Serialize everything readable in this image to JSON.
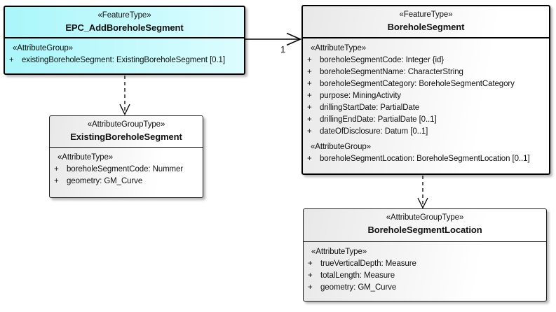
{
  "diagram": {
    "type": "uml-class-diagram",
    "background": "#ffffff"
  },
  "colors": {
    "cyan_left": "#a9f6fa",
    "cyan_right": "#ddfdff",
    "gray_left": "#e8e8e8",
    "gray_right": "#ffffff",
    "border": "#000000",
    "text": "#111111"
  },
  "boxes": [
    {
      "stereotype": "«FeatureType»",
      "name": "EPC_AddBoreholeSegment",
      "sections": [
        {
          "label": "«AttributeGroup»",
          "rows": [
            {
              "vis": "+",
              "text": "existingBoreholeSegment: ExistingBoreholeSegment [0.1]"
            }
          ]
        }
      ]
    },
    {
      "stereotype": "«FeatureType»",
      "name": "BoreholeSegment",
      "sections": [
        {
          "label": "«AttributeType»",
          "rows": [
            {
              "vis": "+",
              "text": "boreholeSegmentCode: Integer {id}"
            },
            {
              "vis": "+",
              "text": "boreholeSegmentName: CharacterString"
            },
            {
              "vis": "+",
              "text": "boreholeSegmentCategory: BoreholeSegmentCategory"
            },
            {
              "vis": "+",
              "text": "purpose: MiningActivity"
            },
            {
              "vis": "+",
              "text": "drillingStartDate: PartialDate"
            },
            {
              "vis": "+",
              "text": "drillingEndDate: PartialDate [0..1]"
            },
            {
              "vis": "+",
              "text": "dateOfDisclosure: Datum [0..1]"
            }
          ]
        },
        {
          "label": "«AttributeGroup»",
          "rows": [
            {
              "vis": "+",
              "text": "boreholeSegmentLocation: BoreholeSegmentLocation [0..1]"
            }
          ]
        }
      ]
    },
    {
      "stereotype": "«AttributeGroupType»",
      "name": "ExistingBoreholeSegment",
      "sections": [
        {
          "label": "«AttributeType»",
          "rows": [
            {
              "vis": "+",
              "text": "boreholeSegmentCode: Nummer"
            },
            {
              "vis": "+",
              "text": "geometry: GM_Curve"
            }
          ]
        }
      ]
    },
    {
      "stereotype": "«AttributeGroupType»",
      "name": "BoreholeSegmentLocation",
      "sections": [
        {
          "label": "«AttributeType»",
          "rows": [
            {
              "vis": "+",
              "text": "trueVerticalDepth: Measure"
            },
            {
              "vis": "+",
              "text": "totalLength: Measure"
            },
            {
              "vis": "+",
              "text": "geometry: GM_Curve"
            }
          ]
        }
      ]
    }
  ],
  "connectors": {
    "association": {
      "source": "EPC_AddBoreholeSegment",
      "target": "BoreholeSegment",
      "multiplicity": "1"
    },
    "dependency_left": {
      "source": "EPC_AddBoreholeSegment",
      "target": "ExistingBoreholeSegment"
    },
    "dependency_right": {
      "source": "BoreholeSegment",
      "target": "BoreholeSegmentLocation"
    }
  }
}
